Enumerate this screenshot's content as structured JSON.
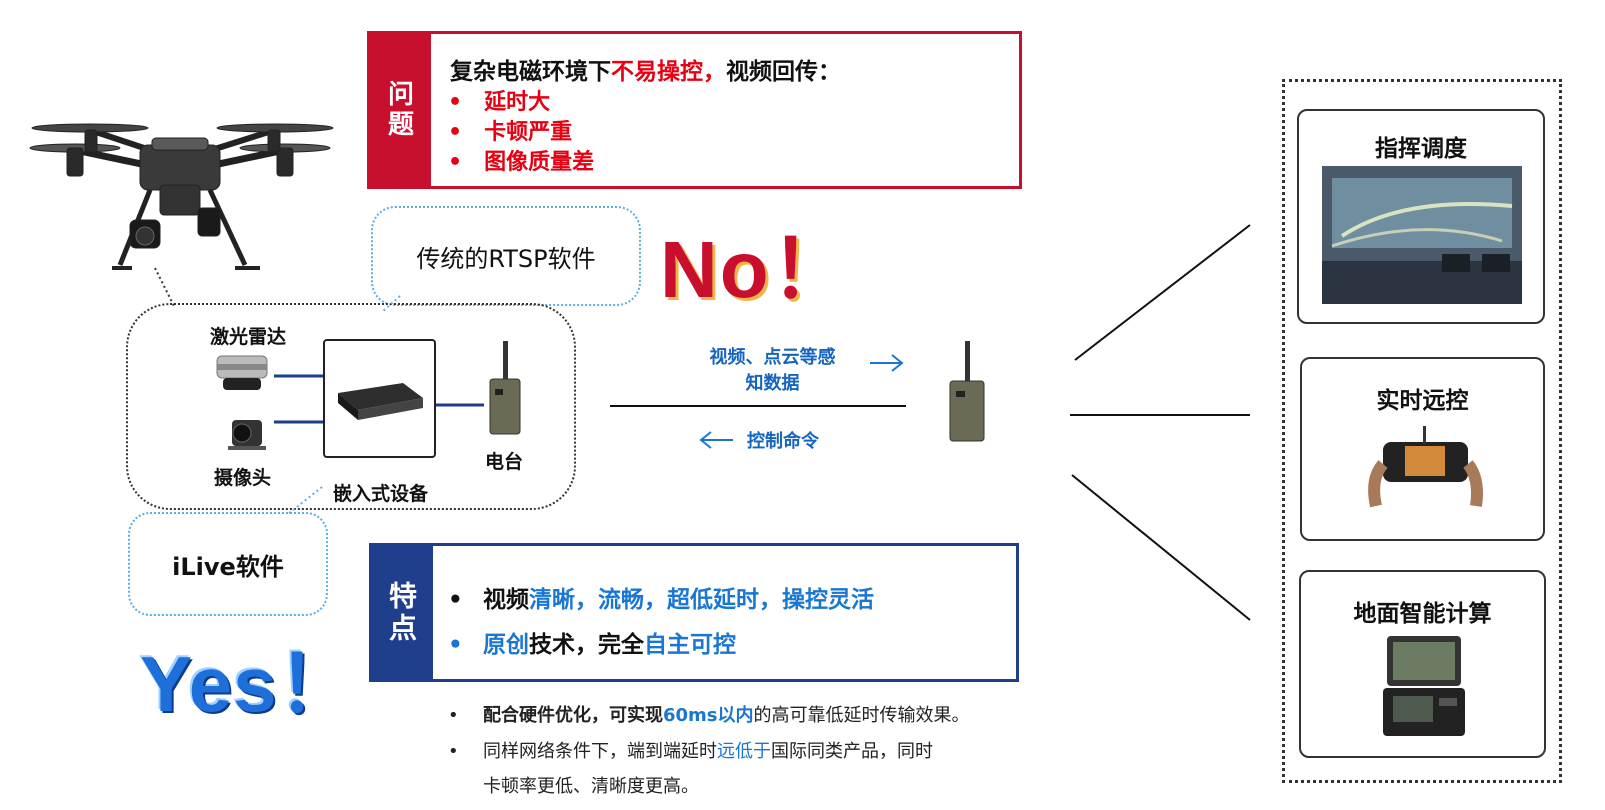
{
  "problem": {
    "tab": "问题",
    "title_prefix": "复杂电磁环境下",
    "title_highlight": "不易操控，",
    "title_suffix": "视频回传：",
    "items": [
      "延时大",
      "卡顿严重",
      "图像质量差"
    ]
  },
  "bubble_top": "传统的RTSP软件",
  "no_text": "No！",
  "bubble_ilive": "iLive软件",
  "yes_text": "Yes！",
  "devices": {
    "lidar": "激光雷达",
    "camera": "摄像头",
    "embedded": "嵌入式设备",
    "radio": "电台"
  },
  "flow": {
    "upper_line1": "视频、点云等感",
    "upper_line2": "知数据",
    "lower": "控制命令"
  },
  "feature": {
    "tab": "特点",
    "row1_a": "视频",
    "row1_b": "清晰，流畅，超低延时，操控灵活",
    "row2_a": "原创",
    "row2_b": "技术，完全",
    "row2_c": "自主可控"
  },
  "notes": {
    "n1_a": "配合硬件优化，可实现",
    "n1_b": "60ms以内",
    "n1_c": "的高可靠低延时传输效果。",
    "n2_a": "同样网络条件下，端到端延时",
    "n2_b": "远低于",
    "n2_c": "国际同类产品，同时",
    "n2_d": "卡顿率更低、清晰度更高。"
  },
  "cards": [
    "指挥调度",
    "实时远控",
    "地面智能计算"
  ],
  "colors": {
    "red": "#c8102e",
    "blue": "#1f3f8c",
    "accent_blue": "#1976d2"
  }
}
